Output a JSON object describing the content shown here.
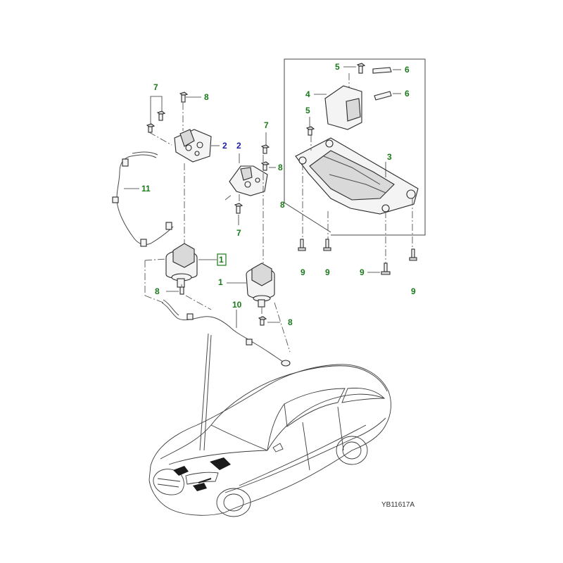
{
  "diagram": {
    "reference_code": "YB11617A",
    "callouts": {
      "c1_boxed": "1",
      "c1_plain": "1",
      "c2_left": "2",
      "c2_right": "2",
      "c3": "3",
      "c4": "4",
      "c5_top": "5",
      "c5_low": "5",
      "c6_top": "6",
      "c6_low": "6",
      "c7_left": "7",
      "c7_mid_top": "7",
      "c7_mid_low": "7",
      "c8_top": "8",
      "c8_mid": "8",
      "c8_frame": "8",
      "c8_mount_left": "8",
      "c8_mount_right": "8",
      "c9_a": "9",
      "c9_b": "9",
      "c9_c": "9",
      "c9_d": "9",
      "c10": "10",
      "c11": "11"
    },
    "colors": {
      "callout_green": "#1a7a1a",
      "callout_blue": "#1a1aa8",
      "line": "#3a3a3a"
    }
  }
}
